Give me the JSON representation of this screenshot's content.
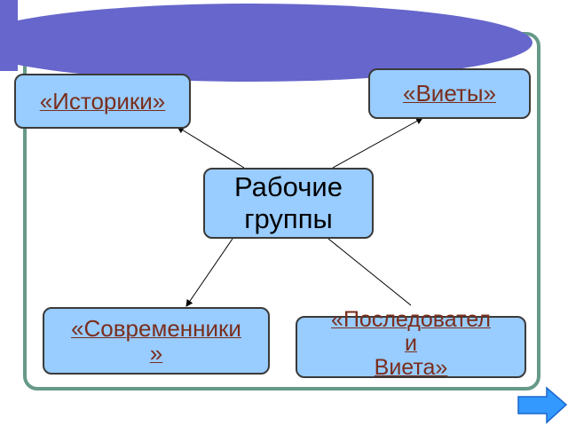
{
  "center": {
    "line1": "Рабочие",
    "line2": "группы"
  },
  "groups": {
    "historians": {
      "label": "«Историки»"
    },
    "viets": {
      "label": "«Виеты»"
    },
    "contemporaries": {
      "line1": "«Современники",
      "line2": "»"
    },
    "followers": {
      "line1": "«Последовател",
      "line2": "и",
      "line3": "Виета»"
    }
  },
  "colors": {
    "banner": "#6666cc",
    "frame": "#669988",
    "box_fill": "#99ccff",
    "link_text": "#7a2e1c",
    "next_arrow": "#3399ff"
  },
  "icons": {
    "next": "arrow-right-icon"
  }
}
